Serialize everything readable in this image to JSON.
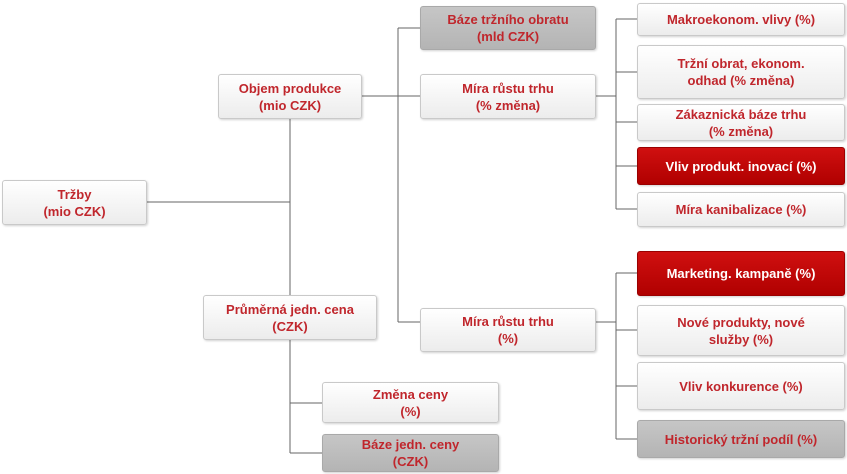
{
  "tree": {
    "root": "Tržby\n(mio CZK)",
    "volume": "Objem produkce\n(mio CZK)",
    "price": "Průměrná jedn. cena\n(CZK)",
    "market_base": "Báze tržního obratu\n(mld CZK)",
    "market_growth": "Míra růstu trhu\n(% změna)",
    "share_growth": "Míra růstu trhu\n(%)",
    "macro": "Makroekonom. vlivy (%)",
    "turnover": "Tržní obrat, ekonom.\nodhad (% změna)",
    "customer": "Zákaznická báze trhu\n(% změna)",
    "innovation": "Vliv produkt. inovací (%)",
    "cannibal": "Míra kanibalizace (%)",
    "campaign": "Marketing. kampaně (%)",
    "newprod": "Nové produkty, nové\nslužby (%)",
    "competition": "Vliv konkurence (%)",
    "hist_share": "Historický tržní podíl (%)",
    "price_change": "Změna ceny\n(%)",
    "price_base": "Báze jedn. ceny\n(CZK)"
  },
  "colors": {
    "text_red": "#c0262c",
    "highlight_red": "#c00000",
    "gray_fill": "#bfbfbf",
    "connector": "#666666"
  }
}
